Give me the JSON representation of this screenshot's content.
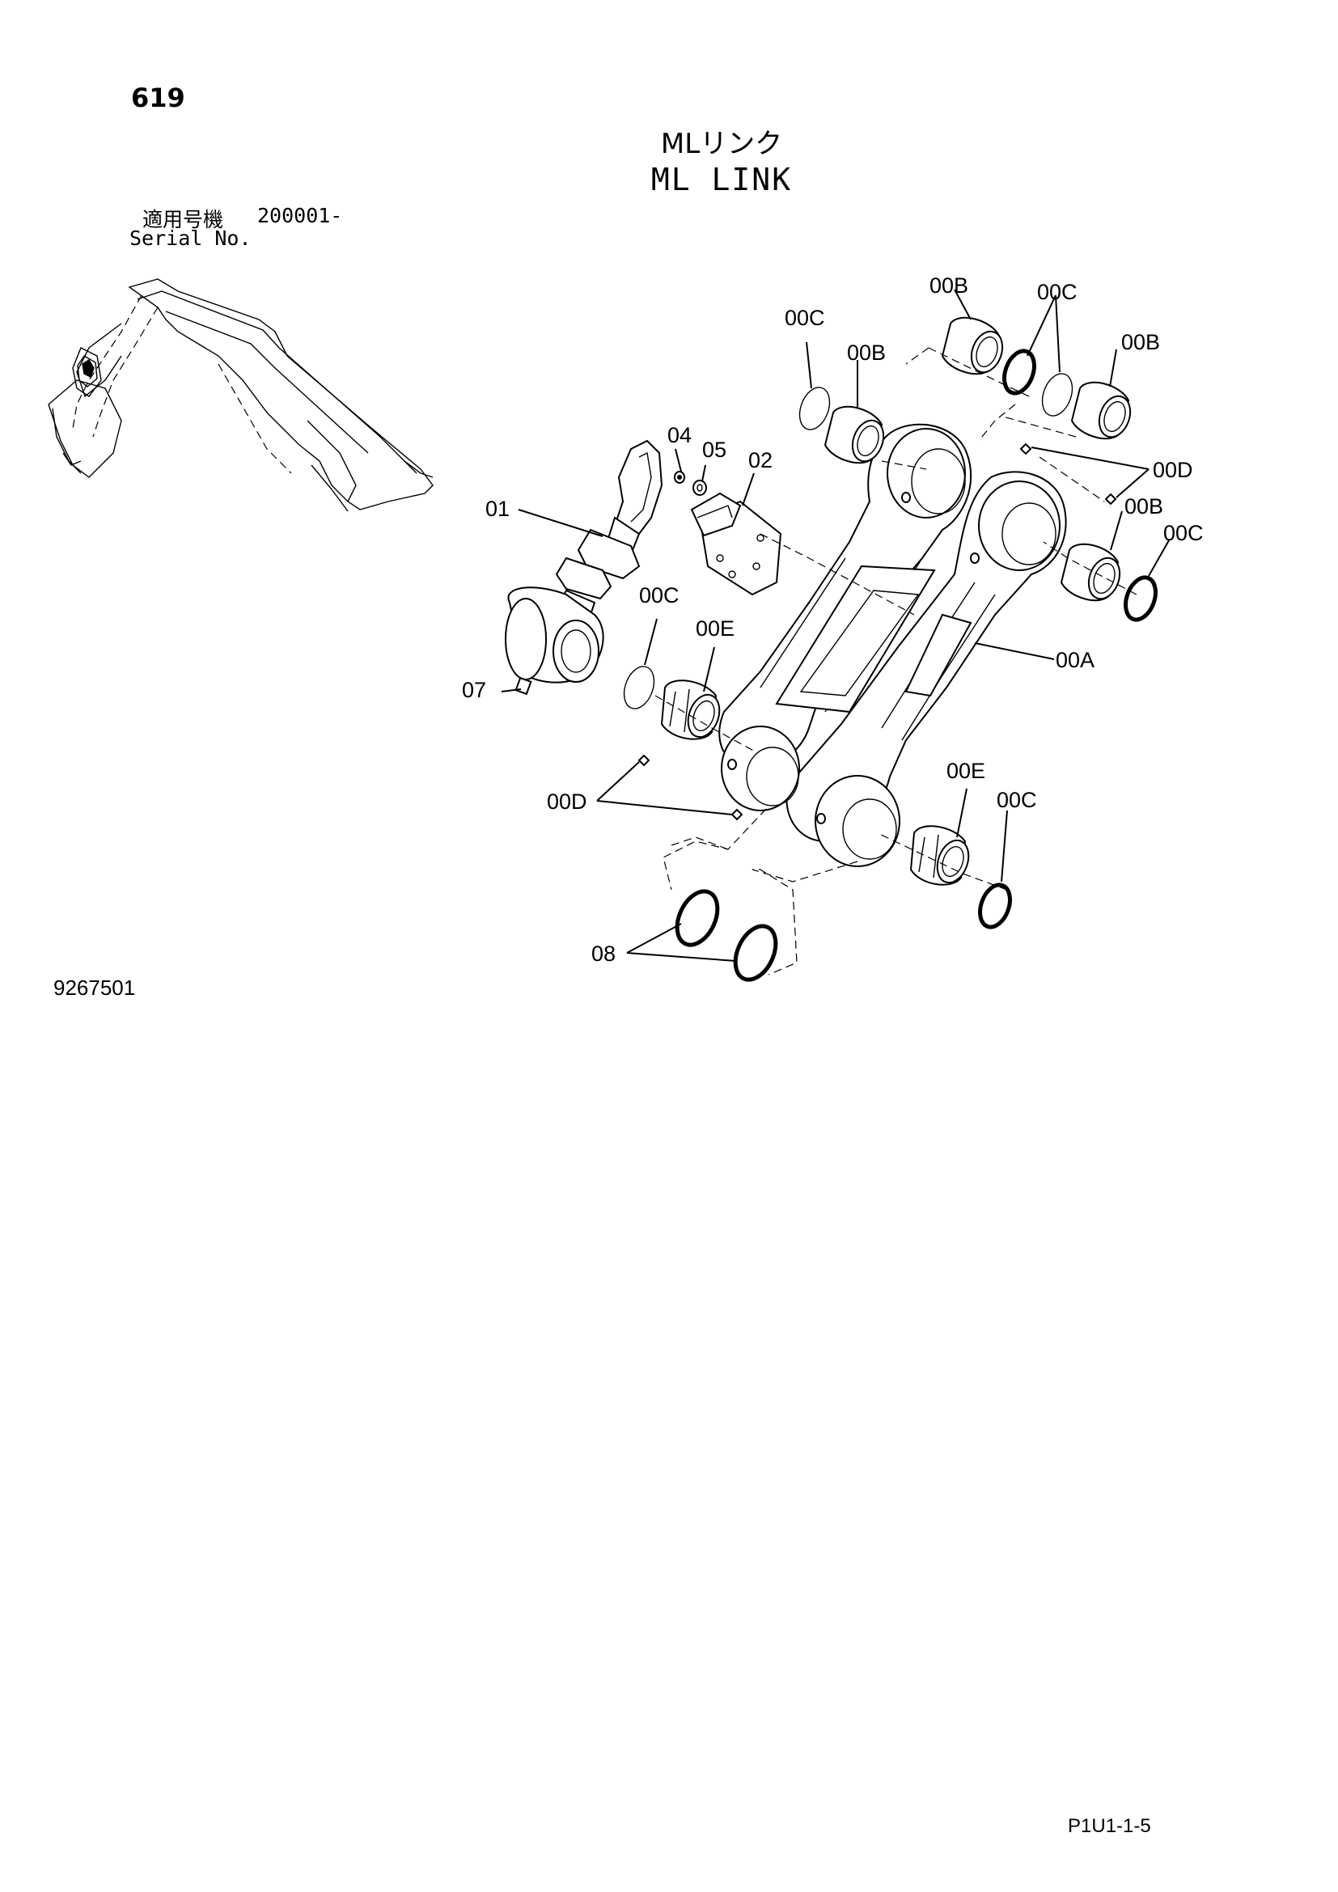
{
  "header": {
    "page_number": "619",
    "title_jp": "MLリンク",
    "title_en": "ML LINK",
    "serial_label_jp": "適用号機",
    "serial_value": "200001-",
    "serial_label_en": "Serial No."
  },
  "callouts": {
    "c00A": "00A",
    "c00B_1": "00B",
    "c00B_2": "00B",
    "c00B_3": "00B",
    "c00B_4": "00B",
    "c00C_1": "00C",
    "c00C_2": "00C",
    "c00C_3": "00C",
    "c00C_4": "00C",
    "c00C_5": "00C",
    "c00D_1": "00D",
    "c00D_2": "00D",
    "c00E_1": "00E",
    "c00E_2": "00E",
    "c01": "01",
    "c02": "02",
    "c04": "04",
    "c05": "05",
    "c07": "07",
    "c08": "08"
  },
  "footer": {
    "figure_number": "9267501",
    "page_reference": "P1U1-1-5"
  }
}
